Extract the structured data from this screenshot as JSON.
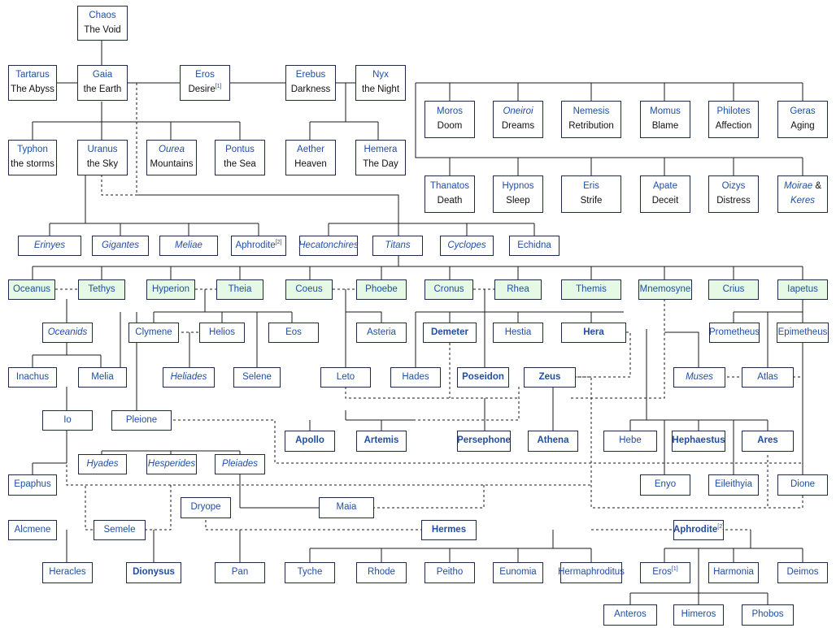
{
  "nodes": {
    "chaos": {
      "name": "Chaos",
      "desc": "The Void"
    },
    "tartarus": {
      "name": "Tartarus",
      "desc": "The Abyss"
    },
    "gaia": {
      "name": "Gaia",
      "desc": "the Earth"
    },
    "eros1": {
      "name": "Eros",
      "desc": "Desire",
      "sup": "[1]"
    },
    "erebus": {
      "name": "Erebus",
      "desc": "Darkness"
    },
    "nyx": {
      "name": "Nyx",
      "desc": "the Night"
    },
    "moros": {
      "name": "Moros",
      "desc": "Doom"
    },
    "oneiroi": {
      "name": "Oneiroi",
      "desc": "Dreams"
    },
    "nemesis": {
      "name": "Nemesis",
      "desc": "Retribution"
    },
    "momus": {
      "name": "Momus",
      "desc": "Blame"
    },
    "philotes": {
      "name": "Philotes",
      "desc": "Affection"
    },
    "geras": {
      "name": "Geras",
      "desc": "Aging"
    },
    "typhon": {
      "name": "Typhon",
      "desc": "the storms"
    },
    "uranus": {
      "name": "Uranus",
      "desc": "the Sky"
    },
    "ourea": {
      "name": "Ourea",
      "desc": "Mountains"
    },
    "pontus": {
      "name": "Pontus",
      "desc": "the Sea"
    },
    "aether": {
      "name": "Aether",
      "desc": "Heaven"
    },
    "hemera": {
      "name": "Hemera",
      "desc": "The Day"
    },
    "thanatos": {
      "name": "Thanatos",
      "desc": "Death"
    },
    "hypnos": {
      "name": "Hypnos",
      "desc": "Sleep"
    },
    "eris": {
      "name": "Eris",
      "desc": "Strife"
    },
    "apate": {
      "name": "Apate",
      "desc": "Deceit"
    },
    "oizys": {
      "name": "Oizys",
      "desc": "Distress"
    },
    "moirae": {
      "name": "Moirae",
      "amp": " & ",
      "name2": "Keres"
    },
    "erinyes": {
      "name": "Erinyes"
    },
    "gigantes": {
      "name": "Gigantes"
    },
    "meliae": {
      "name": "Meliae"
    },
    "aphrodite_a": {
      "name": "Aphrodite",
      "sup": "[2]"
    },
    "hecatonchires": {
      "name": "Hecatonchires"
    },
    "titans": {
      "name": "Titans"
    },
    "cyclopes": {
      "name": "Cyclopes"
    },
    "echidna": {
      "name": "Echidna"
    },
    "oceanus": {
      "name": "Oceanus"
    },
    "tethys": {
      "name": "Tethys"
    },
    "hyperion": {
      "name": "Hyperion"
    },
    "theia": {
      "name": "Theia"
    },
    "coeus": {
      "name": "Coeus"
    },
    "phoebe": {
      "name": "Phoebe"
    },
    "cronus": {
      "name": "Cronus"
    },
    "rhea": {
      "name": "Rhea"
    },
    "themis": {
      "name": "Themis"
    },
    "mnemosyne": {
      "name": "Mnemosyne"
    },
    "crius": {
      "name": "Crius"
    },
    "iapetus": {
      "name": "Iapetus"
    },
    "oceanids": {
      "name": "Oceanids"
    },
    "clymene": {
      "name": "Clymene"
    },
    "helios": {
      "name": "Helios"
    },
    "eos": {
      "name": "Eos"
    },
    "asteria": {
      "name": "Asteria"
    },
    "demeter": {
      "name": "Demeter"
    },
    "hestia": {
      "name": "Hestia"
    },
    "hera": {
      "name": "Hera"
    },
    "prometheus": {
      "name": "Prometheus"
    },
    "epimetheus": {
      "name": "Epimetheus"
    },
    "inachus": {
      "name": "Inachus"
    },
    "melia": {
      "name": "Melia"
    },
    "heliades": {
      "name": "Heliades"
    },
    "selene": {
      "name": "Selene"
    },
    "leto": {
      "name": "Leto"
    },
    "hades": {
      "name": "Hades"
    },
    "poseidon": {
      "name": "Poseidon"
    },
    "zeus": {
      "name": "Zeus"
    },
    "muses": {
      "name": "Muses"
    },
    "atlas": {
      "name": "Atlas"
    },
    "io": {
      "name": "Io"
    },
    "pleione": {
      "name": "Pleione"
    },
    "apollo": {
      "name": "Apollo"
    },
    "artemis": {
      "name": "Artemis"
    },
    "persephone": {
      "name": "Persephone"
    },
    "athena": {
      "name": "Athena"
    },
    "hebe": {
      "name": "Hebe"
    },
    "hephaestus": {
      "name": "Hephaestus"
    },
    "ares": {
      "name": "Ares"
    },
    "hyades": {
      "name": "Hyades"
    },
    "hesperides": {
      "name": "Hesperides"
    },
    "pleiades": {
      "name": "Pleiades"
    },
    "epaphus": {
      "name": "Epaphus"
    },
    "enyo": {
      "name": "Enyo"
    },
    "eileithyia": {
      "name": "Eileithyia"
    },
    "dione": {
      "name": "Dione"
    },
    "dryope": {
      "name": "Dryope"
    },
    "maia": {
      "name": "Maia"
    },
    "alcmene": {
      "name": "Alcmene"
    },
    "semele": {
      "name": "Semele"
    },
    "hermes": {
      "name": "Hermes"
    },
    "aphrodite_b": {
      "name": "Aphrodite",
      "sup": "[2]"
    },
    "heracles": {
      "name": "Heracles"
    },
    "dionysus": {
      "name": "Dionysus"
    },
    "pan": {
      "name": "Pan"
    },
    "tyche": {
      "name": "Tyche"
    },
    "rhode": {
      "name": "Rhode"
    },
    "peitho": {
      "name": "Peitho"
    },
    "eunomia": {
      "name": "Eunomia"
    },
    "hermaphroditus": {
      "name": "Hermaphroditus"
    },
    "eros2": {
      "name": "Eros",
      "sup": "[1]"
    },
    "harmonia": {
      "name": "Harmonia"
    },
    "deimos": {
      "name": "Deimos"
    },
    "anteros": {
      "name": "Anteros"
    },
    "himeros": {
      "name": "Himeros"
    },
    "phobos": {
      "name": "Phobos"
    }
  },
  "colors": {
    "node_border": "#1f2a44",
    "name_text": "#1f4ea3",
    "titan_fill": "#e6f9e4",
    "line": "#1a1a1a"
  }
}
